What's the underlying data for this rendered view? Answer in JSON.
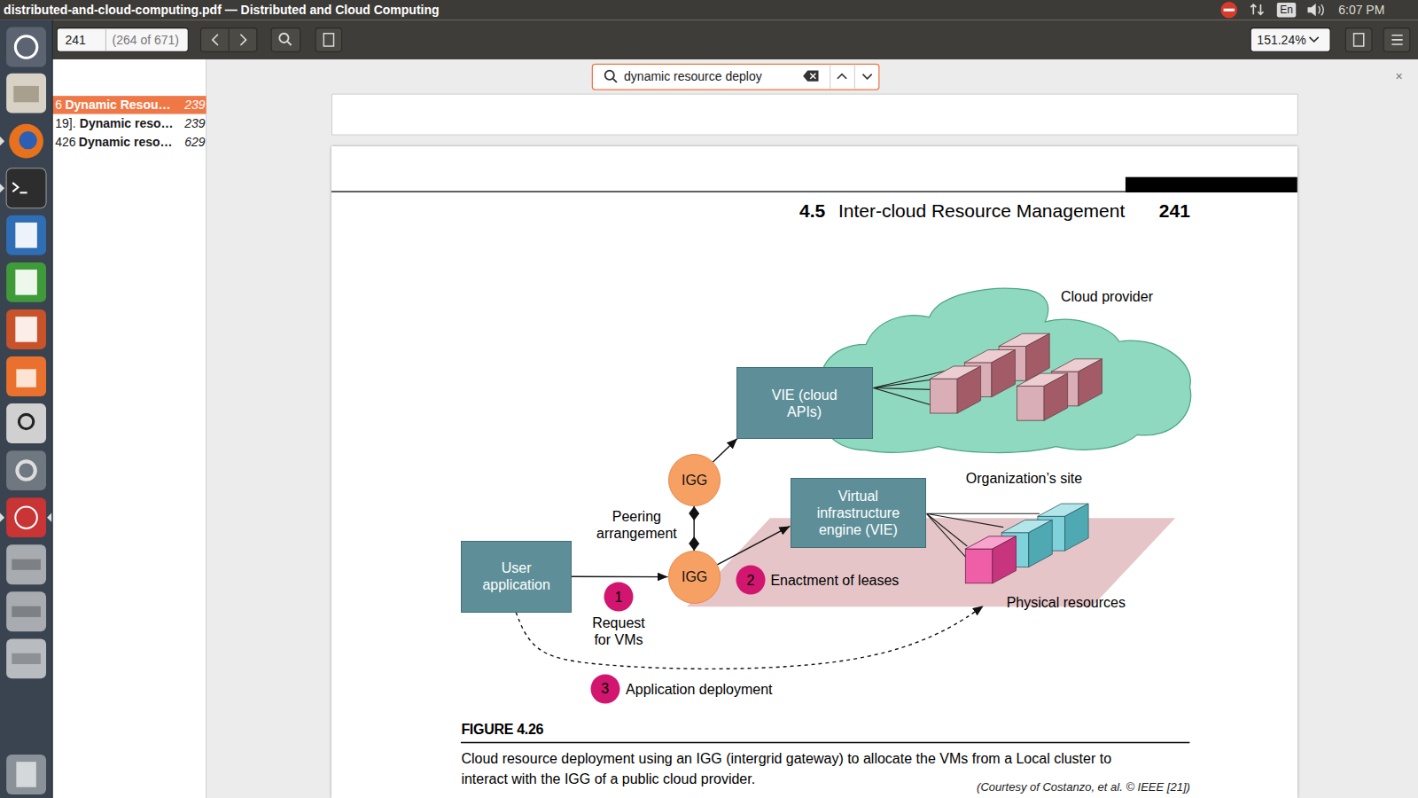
{
  "diagram": {
    "title": "FIGURE 4.26",
    "caption": "Cloud resource deployment using an IGG (intergrid gateway) to allocate the VMs from a Local cluster to interact with the IGG of a public cloud provider.",
    "nodes": [
      {
        "text": [
          "Cloud provider"
        ]
      },
      {
        "text": [
          "VIE (cloud APIs)"
        ]
      },
      {
        "text": [
          "IGG"
        ]
      },
      {
        "text": [
          "Organization’s site",
          "Physical resources"
        ]
      },
      {
        "text": [
          "Virtual infrastructure engine (VIE)"
        ]
      },
      {
        "text": [
          "User application"
        ]
      },
      {
        "text": [
          "IGG"
        ]
      }
    ],
    "edges": [
      {
        "from": 5,
        "to": 6,
        "arrow": "to"
      },
      {
        "from": 6,
        "to": 2,
        "label": "Peering arrangement",
        "arrow": "both"
      },
      {
        "from": 2,
        "to": 1,
        "arrow": "to"
      },
      {
        "from": 6,
        "to": 4,
        "arrow": "to"
      },
      {
        "from": 5,
        "to": 3,
        "arrow": "to"
      }
    ],
    "labels": [
      "distributed-and-cloud-computing.pdf — Distributed and Cloud Computing",
      "En",
      "6:07 PM",
      "241",
      "(264 of 671)",
      "151.24%",
      "dynamic resource deploy",
      "×",
      "6",
      "Dynamic Resou…",
      "239",
      "19].",
      "Dynamic reso…",
      "239",
      "426",
      "Dynamic reso…",
      "629",
      "4.5",
      "Inter-cloud Resource Management",
      "241",
      "1",
      "Request for VMs",
      "2",
      "Enactment of leases",
      "3",
      "Application deployment",
      "(Courtesy of Costanzo, et al. © IEEE [21])"
    ]
  }
}
